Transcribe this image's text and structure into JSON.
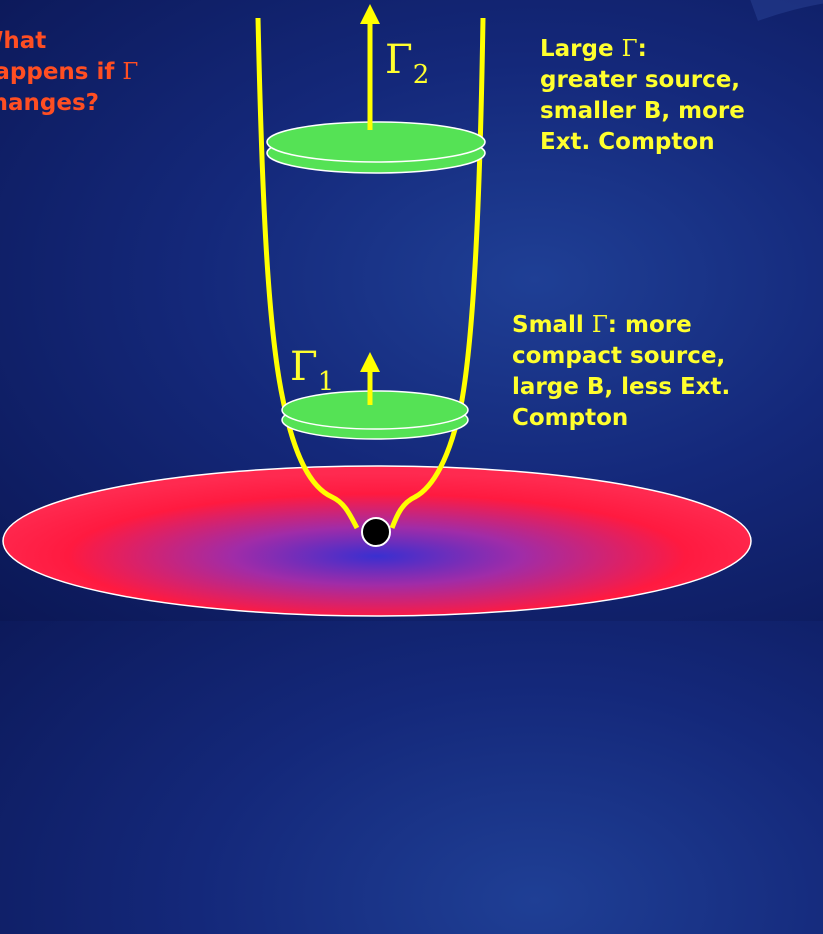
{
  "question": {
    "line1": "What",
    "line2": "happens if ",
    "symbol": "Γ",
    "line3": "changes?"
  },
  "large_gamma": {
    "prefix": "Large ",
    "symbol": "Γ",
    "suffix": ":",
    "line2": "greater source,",
    "line3": "smaller B, more",
    "line4": "Ext. Compton"
  },
  "small_gamma": {
    "prefix": "Small ",
    "symbol": "Γ",
    "suffix": ": more",
    "line2": "compact source,",
    "line3": "large B, less Ext.",
    "line4": "Compton"
  },
  "gamma2_label": {
    "symbol": "Γ",
    "subscript": "2"
  },
  "gamma1_label": {
    "symbol": "Γ",
    "subscript": "1"
  },
  "colors": {
    "background": "#14287a",
    "question_text": "#ff4e22",
    "annotation_text": "#ffff2e",
    "jet_outline": "#ffff00",
    "emission_disk": "#55e255",
    "accretion_disk_outer": "#ff1a40",
    "accretion_disk_inner": "#3a2fd0",
    "black_hole": "#000000"
  }
}
